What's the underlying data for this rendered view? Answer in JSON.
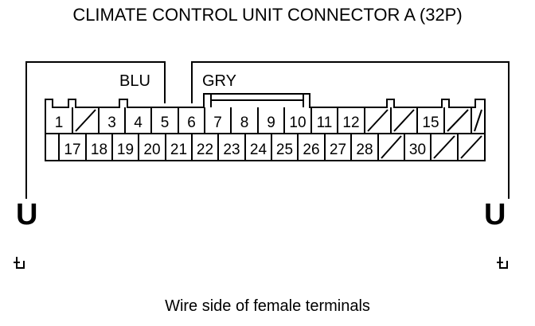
{
  "title": "CLIMATE CONTROL UNIT CONNECTOR A (32P)",
  "caption": "Wire side of female terminals",
  "wires": {
    "left_color": "BLU",
    "right_color": "GRY"
  },
  "row1": [
    "1",
    "",
    "3",
    "4",
    "5",
    "6",
    "7",
    "8",
    "9",
    "10",
    "11",
    "12",
    "",
    "",
    "15",
    ""
  ],
  "row2": [
    "",
    "17",
    "18",
    "19",
    "20",
    "21",
    "22",
    "23",
    "24",
    "25",
    "26",
    "27",
    "28",
    "",
    "30",
    "",
    ""
  ],
  "symbols": {
    "probe": "U",
    "ground": "ground-symbol"
  }
}
